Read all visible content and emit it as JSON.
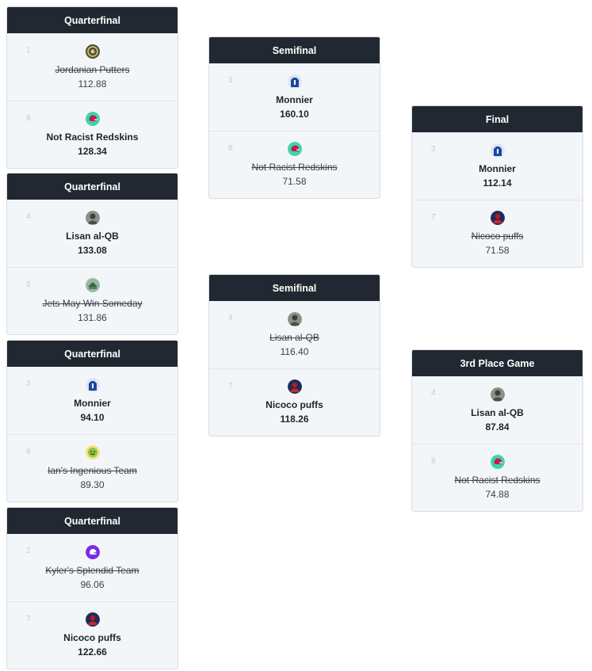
{
  "matches": [
    {
      "round": "Quarterfinal",
      "teams": [
        {
          "seed": "1",
          "name": "Jordanian Putters",
          "score": "112.88",
          "avatar": "putters-logo-icon"
        },
        {
          "seed": "8",
          "name": "Not Racist Redskins",
          "score": "128.34",
          "avatar": "helmet-icon"
        }
      ]
    },
    {
      "round": "Quarterfinal",
      "teams": [
        {
          "seed": "4",
          "name": "Lisan al-QB",
          "score": "133.08",
          "avatar": "player-photo-icon"
        },
        {
          "seed": "5",
          "name": "Jets May Win Someday",
          "score": "131.86",
          "avatar": "jets-logo-icon"
        }
      ]
    },
    {
      "round": "Quarterfinal",
      "teams": [
        {
          "seed": "3",
          "name": "Monnier",
          "score": "94.10",
          "avatar": "blue-jersey-icon"
        },
        {
          "seed": "6",
          "name": "Ian's Ingenious Team",
          "score": "89.30",
          "avatar": "smiley-icon"
        }
      ]
    },
    {
      "round": "Quarterfinal",
      "teams": [
        {
          "seed": "2",
          "name": "Kyler's Splendid Team",
          "score": "96.06",
          "avatar": "purple-helmet-icon"
        },
        {
          "seed": "7",
          "name": "Nicoco puffs",
          "score": "122.66",
          "avatar": "red-player-icon"
        }
      ]
    },
    {
      "round": "Semifinal",
      "teams": [
        {
          "seed": "3",
          "name": "Monnier",
          "score": "160.10",
          "avatar": "blue-jersey-icon"
        },
        {
          "seed": "8",
          "name": "Not Racist Redskins",
          "score": "71.58",
          "avatar": "helmet-icon"
        }
      ]
    },
    {
      "round": "Semifinal",
      "teams": [
        {
          "seed": "4",
          "name": "Lisan al-QB",
          "score": "116.40",
          "avatar": "player-photo-icon"
        },
        {
          "seed": "7",
          "name": "Nicoco puffs",
          "score": "118.26",
          "avatar": "red-player-icon"
        }
      ]
    },
    {
      "round": "Final",
      "teams": [
        {
          "seed": "3",
          "name": "Monnier",
          "score": "112.14",
          "avatar": "blue-jersey-icon"
        },
        {
          "seed": "7",
          "name": "Nicoco puffs",
          "score": "71.58",
          "avatar": "red-player-icon"
        }
      ]
    },
    {
      "round": "3rd Place Game",
      "teams": [
        {
          "seed": "4",
          "name": "Lisan al-QB",
          "score": "87.84",
          "avatar": "player-photo-icon"
        },
        {
          "seed": "8",
          "name": "Not Racist Redskins",
          "score": "74.88",
          "avatar": "helmet-icon"
        }
      ]
    }
  ],
  "colors": {
    "header_bg": "#222831",
    "card_bg": "#f3f6f9",
    "card_border": "#d8dde3"
  }
}
